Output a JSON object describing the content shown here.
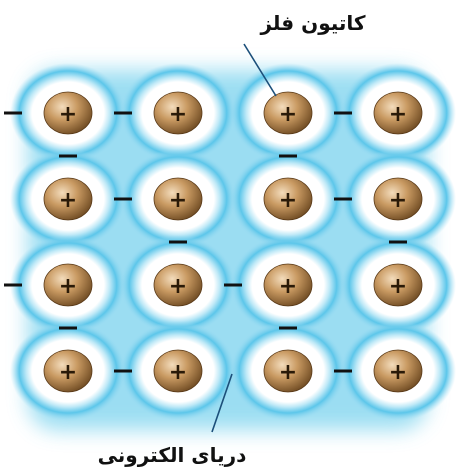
{
  "labels": {
    "top": "کاتیون فلز",
    "bottom": "دریای الکترونی"
  },
  "cation_sign": "+",
  "electron_sign": "–",
  "grid": {
    "rows": 4,
    "cols": 4
  },
  "electrons": [
    {
      "row": 0,
      "col": -0.5
    },
    {
      "row": 0,
      "col": 0.5
    },
    {
      "row": 0,
      "col": 2.5
    },
    {
      "row": 0.5,
      "col": 0
    },
    {
      "row": 0.5,
      "col": 2
    },
    {
      "row": 1,
      "col": 0.5
    },
    {
      "row": 1,
      "col": 2.5
    },
    {
      "row": 1.5,
      "col": 1
    },
    {
      "row": 1.5,
      "col": 3
    },
    {
      "row": 2,
      "col": -0.5
    },
    {
      "row": 2,
      "col": 1.5
    },
    {
      "row": 2.5,
      "col": 0
    },
    {
      "row": 2.5,
      "col": 2
    },
    {
      "row": 3,
      "col": 0.5
    },
    {
      "row": 3,
      "col": 2.5
    }
  ],
  "colors": {
    "electron_sea": "#7fd3ee",
    "glow_inner": "#ffffff",
    "glow_ring": "#5cc6ea",
    "cation_light": "#e9c9a0",
    "cation_mid": "#b98a54",
    "cation_dark": "#6e4a22",
    "text": "#111111"
  }
}
